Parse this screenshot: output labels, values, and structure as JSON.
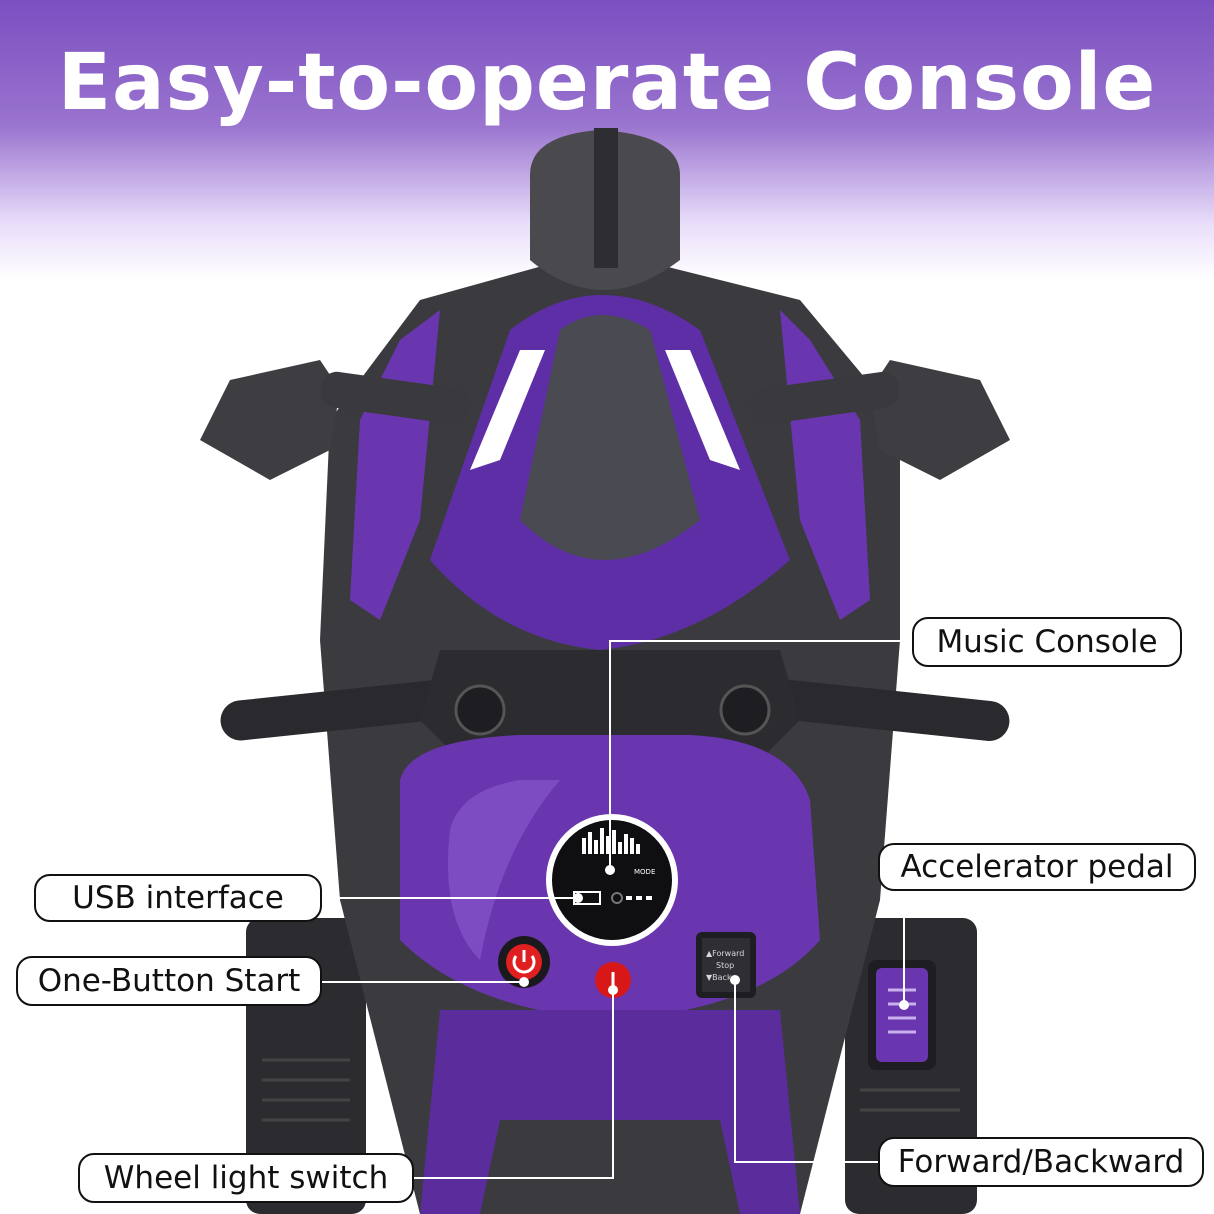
{
  "title": "Easy-to-operate Console",
  "callouts": {
    "music_console": "Music Console",
    "accelerator_pedal": "Accelerator pedal",
    "usb_interface": "USB interface",
    "one_button_start": "One-Button Start",
    "forward_backward": "Forward/Backward",
    "wheel_light_switch": "Wheel light switch"
  },
  "switch_labels": {
    "forward": "▲Forward",
    "stop": "Stop",
    "back": "▼Back"
  },
  "display_labels": {
    "mode": "MODE"
  },
  "colors": {
    "header_purple": "#7b4fc0",
    "body_purple": "#6a36b0",
    "dark_grey": "#3a3a3e",
    "button_red": "#e02020"
  }
}
